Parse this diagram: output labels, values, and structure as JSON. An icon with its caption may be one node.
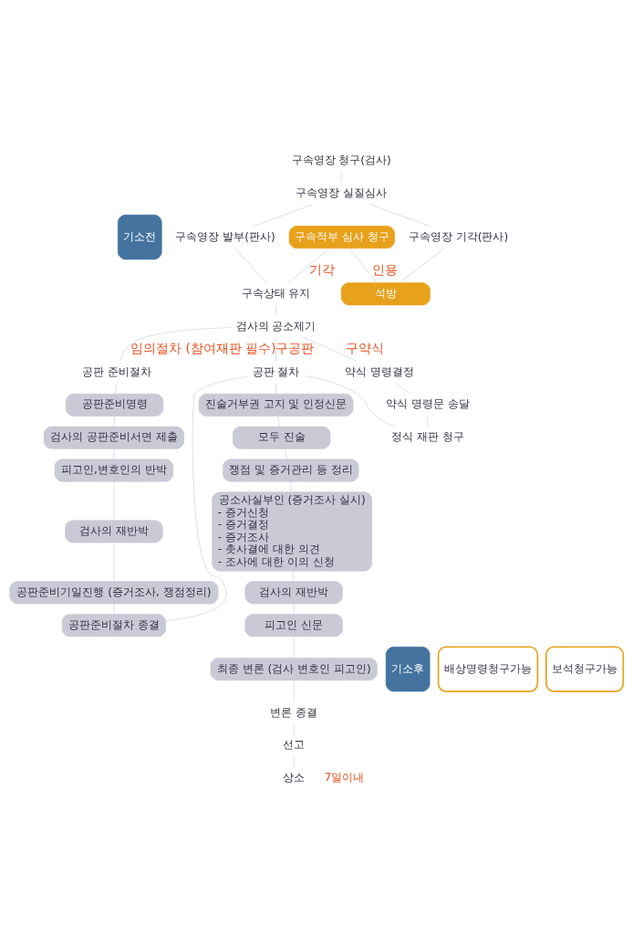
{
  "diagram": {
    "nodes": [
      {
        "text": [
          "기소전"
        ]
      },
      {
        "text": [
          "구속영장 청구(검사)"
        ]
      },
      {
        "text": [
          "구속영장 실질심사"
        ]
      },
      {
        "text": [
          "구속영장 발부(판사)"
        ]
      },
      {
        "text": [
          "구속영장 기각(판사)"
        ]
      },
      {
        "text": [
          "구속적부 심사 청구"
        ]
      },
      {
        "text": [
          "구속상태 유지"
        ]
      },
      {
        "text": [
          "석방"
        ]
      },
      {
        "text": [
          "검사의 공소제기"
        ]
      },
      {
        "text": [
          "기소후"
        ]
      },
      {
        "text": [
          "배상명령청구가능"
        ]
      },
      {
        "text": [
          "보석청구가능"
        ]
      },
      {
        "text": [
          "공판 준비절차"
        ]
      },
      {
        "text": [
          "공판준비명령"
        ]
      },
      {
        "text": [
          "검사의 공판준비서면 제출"
        ]
      },
      {
        "text": [
          "피고인,변호인의 반박"
        ]
      },
      {
        "text": [
          "검사의 재반박"
        ]
      },
      {
        "text": [
          "공판준비기일진행 (증거조사, 쟁점정리)"
        ]
      },
      {
        "text": [
          "공판준비절차 종결"
        ]
      },
      {
        "text": [
          "공판 절차"
        ]
      },
      {
        "text": [
          "진술거부권 고지 및 인정신문"
        ]
      },
      {
        "text": [
          "모두 진술"
        ]
      },
      {
        "text": [
          "쟁점 및 증거관리 등 정리"
        ]
      },
      {
        "text": [
          "약식 명령결정"
        ]
      },
      {
        "text": [
          "약식 명령문 송달"
        ]
      },
      {
        "text": [
          "정식 재판 청구"
        ]
      },
      {
        "text": [
          "공소사실부인 (증거조사 실시)",
          "- 증거신청",
          "- 증거결정",
          "- 증거조사",
          "- 촛사결에 대한 의견",
          "- 조사에 대한 이의 신청"
        ]
      },
      {
        "text": [
          "검사의 재반박"
        ]
      },
      {
        "text": [
          "피고인 신문"
        ]
      },
      {
        "text": [
          "최종 변론 (검사 변호인 피고인)"
        ]
      },
      {
        "text": [
          "변론 종결"
        ]
      },
      {
        "text": [
          "선고"
        ]
      },
      {
        "text": [
          "상소"
        ]
      }
    ],
    "edges": [
      {
        "from": 1,
        "to": 2,
        "arrow": "none"
      },
      {
        "from": 2,
        "to": 3,
        "arrow": "none"
      },
      {
        "from": 2,
        "to": 4,
        "arrow": "none"
      },
      {
        "from": 3,
        "to": 6,
        "arrow": "none"
      },
      {
        "from": 4,
        "to": 7,
        "arrow": "none"
      },
      {
        "from": 5,
        "to": 7,
        "arrow": "none",
        "label": "인용"
      },
      {
        "from": 5,
        "to": 6,
        "arrow": "none",
        "label": "기각"
      },
      {
        "from": 6,
        "to": 8,
        "arrow": "none"
      },
      {
        "from": 8,
        "to": 12,
        "arrow": "none",
        "label": "임의절차 (참여재판 필수)"
      },
      {
        "from": 8,
        "to": 19,
        "arrow": "none",
        "label": "구공판"
      },
      {
        "from": 8,
        "to": 23,
        "arrow": "none",
        "label": "구약식"
      },
      {
        "from": 12,
        "to": 13,
        "arrow": "none"
      },
      {
        "from": 13,
        "to": 14,
        "arrow": "none"
      },
      {
        "from": 14,
        "to": 15,
        "arrow": "none"
      },
      {
        "from": 15,
        "to": 16,
        "arrow": "none"
      },
      {
        "from": 16,
        "to": 17,
        "arrow": "none"
      },
      {
        "from": 17,
        "to": 18,
        "arrow": "none"
      },
      {
        "from": 18,
        "to": 19,
        "arrow": "none"
      },
      {
        "from": 23,
        "to": 24,
        "arrow": "none"
      },
      {
        "from": 24,
        "to": 25,
        "arrow": "none"
      },
      {
        "from": 25,
        "to": 19,
        "arrow": "none"
      },
      {
        "from": 19,
        "to": 20,
        "arrow": "none"
      },
      {
        "from": 20,
        "to": 21,
        "arrow": "none"
      },
      {
        "from": 21,
        "to": 22,
        "arrow": "none"
      },
      {
        "from": 22,
        "to": 26,
        "arrow": "none"
      },
      {
        "from": 26,
        "to": 27,
        "arrow": "none"
      },
      {
        "from": 27,
        "to": 28,
        "arrow": "none"
      },
      {
        "from": 28,
        "to": 29,
        "arrow": "none"
      },
      {
        "from": 29,
        "to": 30,
        "arrow": "none"
      },
      {
        "from": 30,
        "to": 31,
        "arrow": "none"
      },
      {
        "from": 31,
        "to": 32,
        "arrow": "none"
      }
    ],
    "labels": [
      "7일이내"
    ]
  }
}
